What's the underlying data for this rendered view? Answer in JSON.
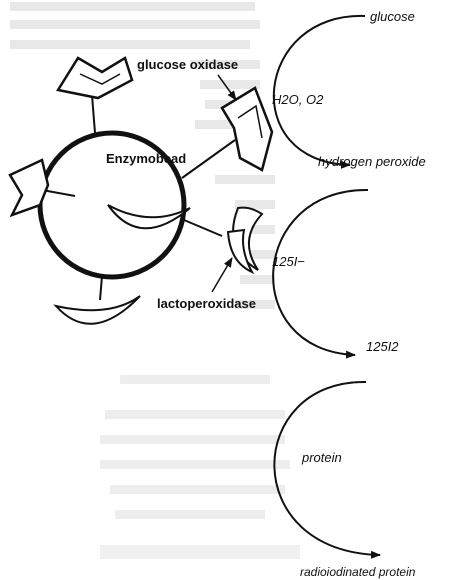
{
  "diagram": {
    "enzymobead_label": "Enzymobead",
    "glucose_oxidase_label": "glucose oxidase",
    "lactoperoxidase_label": "lactoperoxidase",
    "glucose_label": "glucose",
    "water_oxygen_label": "H2O, O2",
    "hydrogen_peroxide_label": "hydrogen peroxide",
    "iodide_label": "125I−",
    "iodine_label": "125I2",
    "protein_label": "protein",
    "product_label": "radioiodinated protein"
  }
}
